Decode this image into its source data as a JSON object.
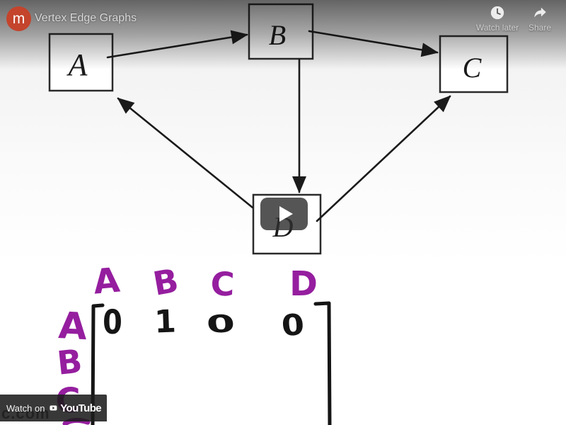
{
  "player": {
    "title": "Vertex Edge Graphs",
    "channel_initial": "m",
    "watch_later_label": "Watch later",
    "share_label": "Share",
    "watch_on_label": "Watch on",
    "youtube_label": "YouTube",
    "watermark": "c.com"
  },
  "diagram": {
    "vertices": [
      {
        "id": "A",
        "label": "A"
      },
      {
        "id": "B",
        "label": "B"
      },
      {
        "id": "C",
        "label": "C"
      },
      {
        "id": "D",
        "label": "D"
      }
    ],
    "edges": [
      {
        "from": "A",
        "to": "B"
      },
      {
        "from": "B",
        "to": "C"
      },
      {
        "from": "B",
        "to": "D"
      },
      {
        "from": "D",
        "to": "A"
      },
      {
        "from": "D",
        "to": "C"
      }
    ]
  },
  "matrix": {
    "column_headers": [
      "A",
      "B",
      "C",
      "D"
    ],
    "visible_row_labels": [
      "A",
      "B",
      "C"
    ],
    "rows": [
      {
        "label": "A",
        "values": [
          "0",
          "1",
          "0",
          "0"
        ]
      }
    ]
  },
  "icons": {
    "watch_later": "clock-icon",
    "share": "share-arrow-icon",
    "play": "play-triangle-icon",
    "youtube_logo": "youtube-play-icon"
  },
  "colors": {
    "logo": "#c4442c",
    "handwriting_purple": "#951e9f",
    "ink": "#1b1b1b",
    "play_button": "#303030"
  }
}
